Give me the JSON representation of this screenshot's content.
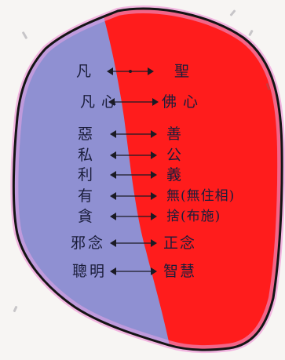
{
  "colors": {
    "left_half": "#8f8fd0",
    "right_half": "#ff1a1a",
    "outline": "#151515",
    "rim_glow": "#f49ad6",
    "text": "#1a1d3a"
  },
  "rows": [
    {
      "left": "凡",
      "right": "聖"
    },
    {
      "left": "凡心",
      "right": "佛心"
    },
    {
      "left": "惡",
      "right": "善"
    },
    {
      "left": "私",
      "right": "公"
    },
    {
      "left": "利",
      "right": "義"
    },
    {
      "left": "有",
      "right": "無(無住相)"
    },
    {
      "left": "貪",
      "right": "捨(布施)"
    },
    {
      "left": "邪念",
      "right": "正念"
    },
    {
      "left": "聰明",
      "right": "智慧"
    }
  ]
}
